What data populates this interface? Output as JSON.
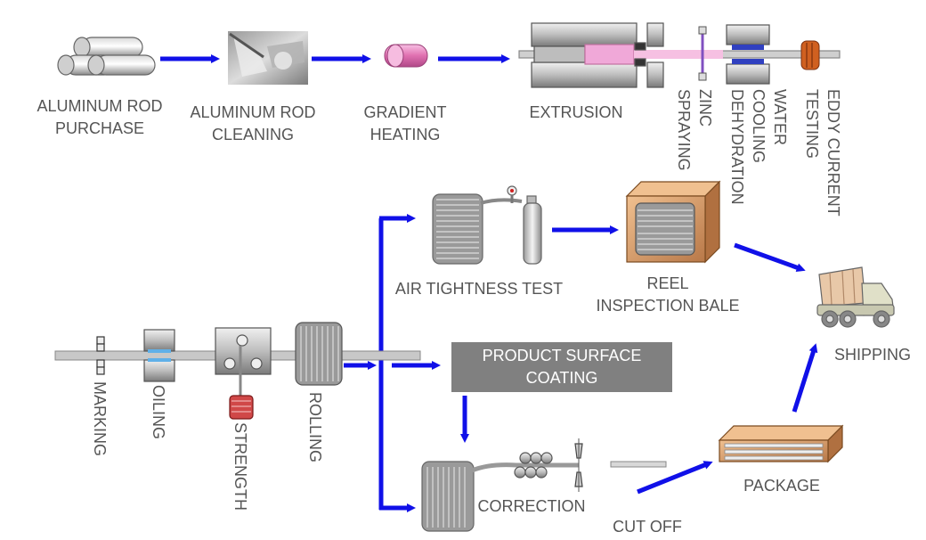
{
  "colors": {
    "arrow": "#1010e8",
    "label_text": "#555555",
    "coating_box": "#808080",
    "coating_text": "#ffffff",
    "heating_pink": "#e070b0",
    "billet_pink": "#f0a8d8",
    "coil_gray": "#a0a0a0",
    "crate_brown": "#c8885a",
    "tester_orange": "#c85a1a",
    "strength_red": "#c83c3c"
  },
  "icons": [
    "rod-bundle-icon",
    "cleaning-photo-icon",
    "heated-billet-icon",
    "extrusion-press-icon",
    "zinc-spray-icon",
    "cooling-dehydration-icon",
    "eddy-current-ring-icon",
    "coil-icon",
    "gas-cylinder-icon",
    "reel-crate-icon",
    "truck-icon",
    "pipe-pack-icon",
    "marking-rollers-icon",
    "oiling-unit-icon",
    "strength-unit-icon",
    "rolling-coil-icon",
    "straightening-rollers-icon",
    "cutter-icon"
  ],
  "steps": {
    "purchase": [
      "ALUMINUM ROD",
      "PURCHASE"
    ],
    "cleaning": [
      "ALUMINUM ROD",
      "CLEANING"
    ],
    "heating": [
      "GRADIENT",
      "HEATING"
    ],
    "extrusion": "EXTRUSION",
    "zinc": [
      "ZINC",
      "SPRAYING"
    ],
    "cooling": [
      "WATER",
      "COOLING",
      "DEHYDRATION"
    ],
    "eddy": [
      "EDDY CURRENT",
      "TESTING"
    ],
    "air_tightness": "AIR TIGHTNESS TEST",
    "reel_bale": [
      "REEL",
      "INSPECTION BALE"
    ],
    "shipping": "SHIPPING",
    "coating": [
      "PRODUCT SURFACE",
      "COATING"
    ],
    "correction": "CORRECTION",
    "cut_off": "CUT OFF",
    "package": "PACKAGE",
    "marking": "MARKING",
    "oiling": "OILING",
    "strength": "STRENGTH",
    "rolling": "ROLLING"
  }
}
